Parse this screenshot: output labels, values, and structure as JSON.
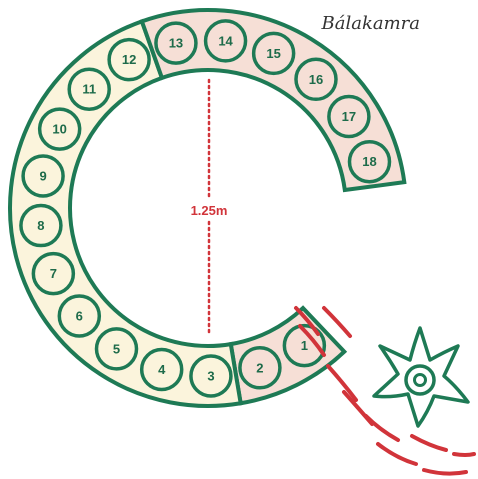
{
  "title": "Bálakamra",
  "diameter_label": "1.25m",
  "colors": {
    "ring_stroke": "#1e7a55",
    "cell_fill_a": "#fbf4dc",
    "cell_fill_b": "#f6dfd6",
    "accent_red": "#d1343a",
    "number_color": "#1e6b4a"
  },
  "cells": [
    {
      "label": "1",
      "group": "b"
    },
    {
      "label": "2",
      "group": "b"
    },
    {
      "label": "3",
      "group": "a"
    },
    {
      "label": "4",
      "group": "a"
    },
    {
      "label": "5",
      "group": "a"
    },
    {
      "label": "6",
      "group": "a"
    },
    {
      "label": "7",
      "group": "a"
    },
    {
      "label": "8",
      "group": "a"
    },
    {
      "label": "9",
      "group": "a"
    },
    {
      "label": "10",
      "group": "a"
    },
    {
      "label": "11",
      "group": "a"
    },
    {
      "label": "12",
      "group": "a"
    },
    {
      "label": "13",
      "group": "b"
    },
    {
      "label": "14",
      "group": "b"
    },
    {
      "label": "15",
      "group": "b"
    },
    {
      "label": "16",
      "group": "b"
    },
    {
      "label": "17",
      "group": "b"
    },
    {
      "label": "18",
      "group": "b"
    }
  ]
}
